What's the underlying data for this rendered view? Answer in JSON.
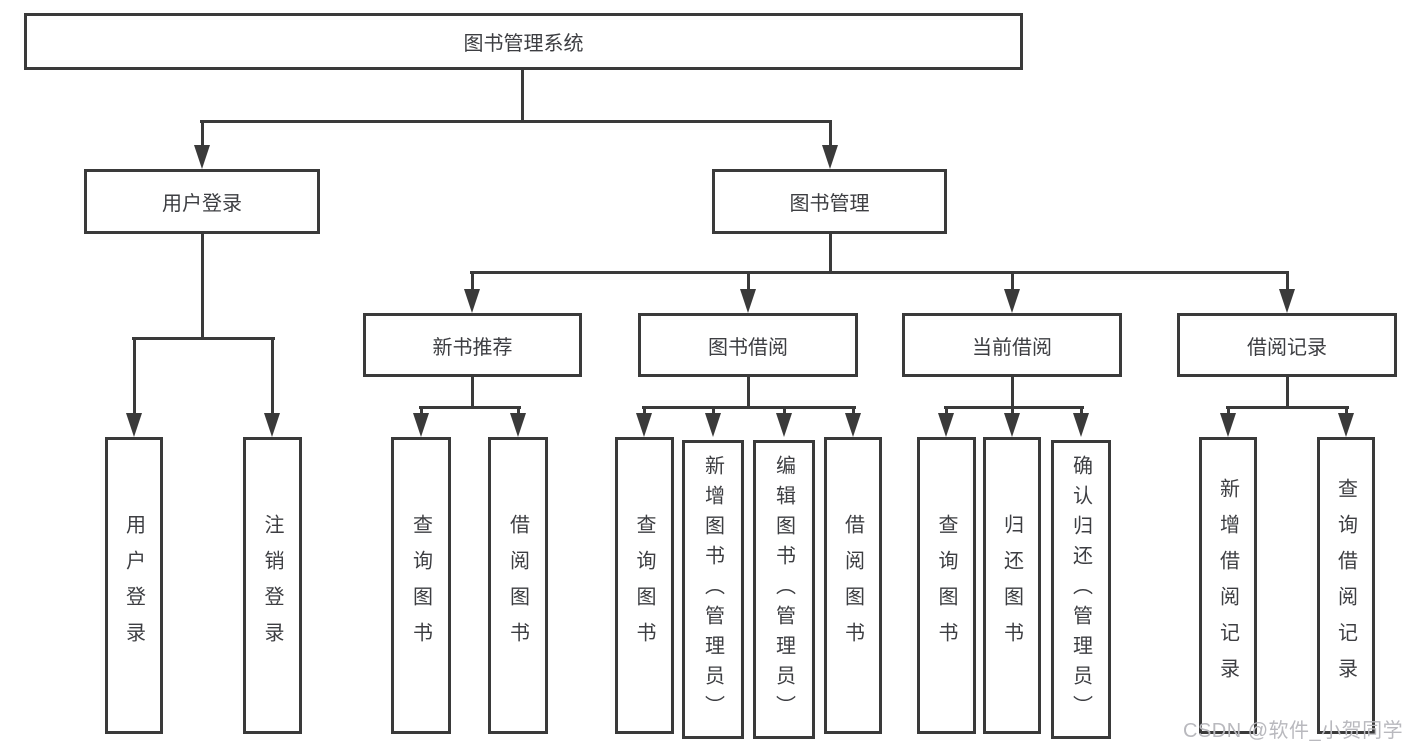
{
  "diagram": {
    "title": "图书管理系统",
    "type": "hierarchy-tree",
    "watermark": "CSDN @软件_小贺同学"
  },
  "colors": {
    "line": "#3a3a3a",
    "text": "#3d3e42",
    "watermark": "#b9b9be",
    "background": "#ffffff"
  },
  "nodes": {
    "root": {
      "label": "图书管理系统"
    },
    "user_login": {
      "label": "用户登录"
    },
    "book_management": {
      "label": "图书管理"
    },
    "new_book_recommend": {
      "label": "新书推荐"
    },
    "book_borrowing": {
      "label": "图书借阅"
    },
    "current_borrowing": {
      "label": "当前借阅"
    },
    "borrowing_records": {
      "label": "借阅记录"
    },
    "leaf_user_login": {
      "label": "用户登录"
    },
    "leaf_logout": {
      "label": "注销登录"
    },
    "leaf_nb_query_books": {
      "label": "查询图书"
    },
    "leaf_nb_borrow_books": {
      "label": "借阅图书"
    },
    "leaf_bb_query_books": {
      "label": "查询图书"
    },
    "leaf_bb_add_books": {
      "label": "新增图书（管理员）"
    },
    "leaf_bb_edit_books": {
      "label": "编辑图书（管理员）"
    },
    "leaf_bb_borrow_books": {
      "label": "借阅图书"
    },
    "leaf_cb_query_books": {
      "label": "查询图书"
    },
    "leaf_cb_return_books": {
      "label": "归还图书"
    },
    "leaf_cb_confirm_return": {
      "label": "确认归还（管理员）"
    },
    "leaf_br_add_record": {
      "label": "新增借阅记录"
    },
    "leaf_br_query_record": {
      "label": "查询借阅记录"
    }
  }
}
